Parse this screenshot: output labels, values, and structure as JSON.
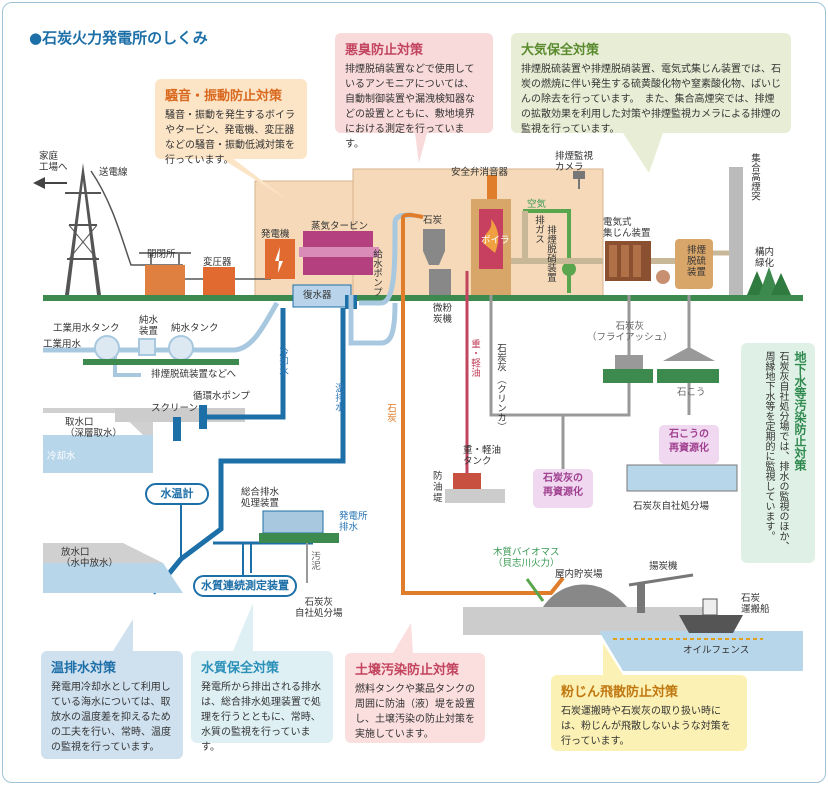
{
  "title": "石炭火力発電所のしくみ",
  "panels": {
    "noise": {
      "heading": "騒音・振動防止対策",
      "text": "騒音・振動を発生するボイラやタービン、発電機、変圧器などの騒音・振動低減対策を行っています。"
    },
    "odor": {
      "heading": "悪臭防止対策",
      "text": "排煙脱硝装置などで使用しているアンモニアについては、自動制御装置や漏洩検知器などの設置とともに、敷地境界における測定を行っています。"
    },
    "air": {
      "heading": "大気保全対策",
      "text": "排煙脱硫装置や排煙脱硝装置、電気式集じん装置では、石炭の燃焼に伴い発生する硫黄酸化物や窒素酸化物、ばいじんの除去を行っています。　また、集合高煙突では、排煙の拡散効果を利用した対策や排煙監視カメラによる排煙の監視を行っています。"
    },
    "groundwater": {
      "heading": "地下水等汚染防止対策",
      "text": "石炭灰自社処分場では、排水の監視のほか、周縁地下水等を定期的に監視しています。"
    },
    "thermal_water": {
      "heading": "温排水対策",
      "text": "発電用冷却水として利用している海水については、取放水の温度差を抑えるための工夫を行い、常時、温度の監視を行っています。"
    },
    "water_quality": {
      "heading": "水質保全対策",
      "text": "発電所から排出される排水は、総合排水処理装置で処理を行うとともに、常時、水質の監視を行っています。"
    },
    "soil": {
      "heading": "土壌汚染防止対策",
      "text": "燃料タンクや薬品タンクの周囲に防油（液）堤を設置し、土壌汚染の防止対策を実施しています。"
    },
    "dust": {
      "heading": "粉じん飛散防止対策",
      "text": "石炭運搬時や石炭灰の取り扱い時には、粉じんが飛散しないような対策を行っています。"
    }
  },
  "labels": {
    "home_factory": "家庭\n工場へ",
    "transmission": "送電線",
    "switchyard": "開閉所",
    "transformer": "変圧器",
    "generator": "発電機",
    "steam_turbine": "蒸気タービン",
    "condenser": "復水器",
    "feedwater_pump": "給水ポンプ",
    "safety_valve": "安全弁消音器",
    "smoke_camera": "排煙監視\nカメラ",
    "coal": "石炭",
    "boiler": "ボイラ",
    "air": "空気",
    "exhaust_gas": "排ガス",
    "denitration": "排煙脱硝装置",
    "esp": "電気式\n集じん装置",
    "desulfurization": "排煙\n脱硫\n装置",
    "stack": "集合高煙突",
    "greenery": "構内\n緑化",
    "pulverizer": "微粉\n炭機",
    "coal_ash_paren": "石炭灰\n（クリンカ）",
    "heavy_oil": "重・軽油",
    "fly_ash": "石炭灰\n（フライアッシュ）",
    "gypsum": "石こう",
    "gypsum_reuse": "石こうの\n再資源化",
    "ash_reuse": "石炭灰の\n再資源化",
    "ash_landfill": "石炭灰自社処分場",
    "industrial_tank": "工業用水タンク",
    "pure_device": "純水\n装置",
    "pure_tank": "純水タンク",
    "industrial_water": "工業用水",
    "to_desulf": "排煙脱硫装置などへ",
    "cooling_water": "冷却水",
    "warm_drain": "温排水",
    "circ_pump": "循環水ポンプ",
    "screen": "スクリーン",
    "intake": "取水口\n（深層取水）",
    "cold_water": "冷却水",
    "water_temp_meter": "水温計",
    "outlet": "放水口\n（水中放水）",
    "wastewater_plant": "総合排水\n処理装置",
    "plant_drain": "発電所\n排水",
    "sludge": "汚泥",
    "ash_landfill2": "石炭灰\n自社処分場",
    "quality_monitor": "水質連続測定装置",
    "oil_tank": "重・軽油\nタンク",
    "oil_dike": "防\n油\n堤",
    "coal_vertical": "石炭",
    "biomass": "木質バイオマス\n（貝志川火力）",
    "indoor_coal_yard": "屋内貯炭場",
    "unloader": "揚炭機",
    "coal_ship": "石炭\n運搬船",
    "oil_fence": "オイルフェンス"
  },
  "colors": {
    "title": "#1d6fa8",
    "ground": "#3d8a4e",
    "water_pipe": "#1d6fa8",
    "light_pipe": "#a8c8e0",
    "coal_line": "#e07d2a",
    "oil_line": "#c2445e",
    "air_line": "#5aa64e",
    "gas_line": "#c8b898",
    "sea": "#b8d6ea",
    "building": "#f5d9b8"
  }
}
